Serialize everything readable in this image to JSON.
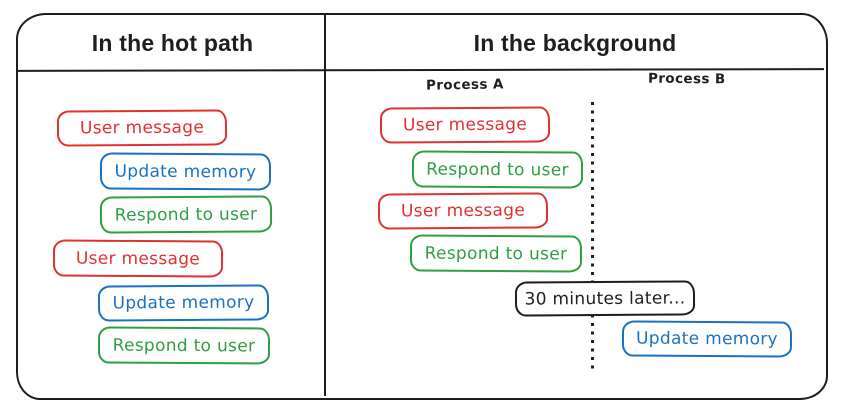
{
  "colors": {
    "ink": "#1e1e1e",
    "red": "#e03131",
    "blue": "#1971c2",
    "green": "#2f9e44",
    "background": "#ffffff"
  },
  "panels": {
    "hot_path": {
      "title": "In the hot path",
      "steps": [
        {
          "label": "User message",
          "color": "#e03131"
        },
        {
          "label": "Update memory",
          "color": "#1971c2"
        },
        {
          "label": "Respond to user",
          "color": "#2f9e44"
        },
        {
          "label": "User message",
          "color": "#e03131"
        },
        {
          "label": "Update memory",
          "color": "#1971c2"
        },
        {
          "label": "Respond to user",
          "color": "#2f9e44"
        }
      ]
    },
    "background": {
      "title": "In the background",
      "process_a": {
        "label": "Process A",
        "steps": [
          {
            "label": "User message",
            "color": "#e03131"
          },
          {
            "label": "Respond to user",
            "color": "#2f9e44"
          },
          {
            "label": "User message",
            "color": "#e03131"
          },
          {
            "label": "Respond to user",
            "color": "#2f9e44"
          }
        ]
      },
      "process_b": {
        "label": "Process B",
        "steps": [
          {
            "label": "Update memory",
            "color": "#1971c2"
          }
        ]
      },
      "divider_note": {
        "label": "30 minutes later...",
        "color": "#1e1e1e"
      }
    }
  }
}
